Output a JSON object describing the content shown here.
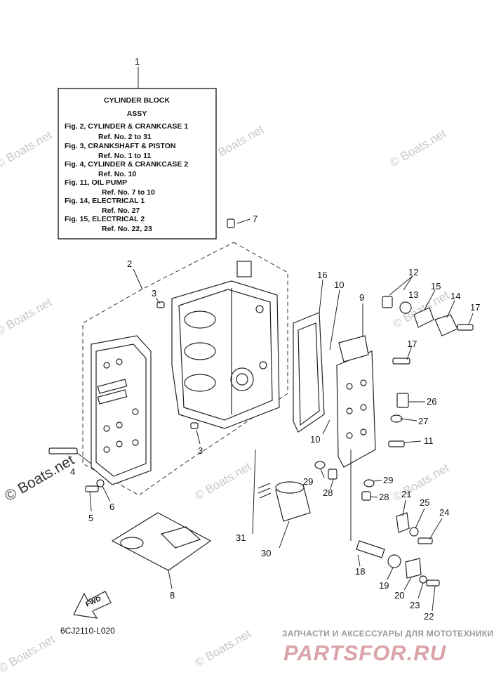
{
  "info_box": {
    "title": "CYLINDER  BLOCK",
    "subtitle": "ASSY",
    "lines": [
      "Fig. 2, CYLINDER & CRANKCASE 1",
      "Ref. No. 2 to 31",
      "Fig. 3, CRANKSHAFT & PISTON",
      "Ref. No. 1 to 11",
      "Fig. 4, CYLINDER & CRANKCASE 2",
      "Ref. No. 10",
      "Fig. 11, OIL PUMP",
      "Ref. No. 7 to 10",
      "Fig. 14, ELECTRICAL 1",
      "Ref. No. 27",
      "Fig. 15, ELECTRICAL 2",
      "Ref. No. 22, 23"
    ]
  },
  "callouts": [
    "1",
    "2",
    "3",
    "3",
    "4",
    "5",
    "6",
    "7",
    "8",
    "9",
    "10",
    "10",
    "11",
    "12",
    "13",
    "14",
    "15",
    "16",
    "17",
    "17",
    "18",
    "19",
    "20",
    "21",
    "22",
    "23",
    "24",
    "25",
    "26",
    "27",
    "28",
    "28",
    "29",
    "29",
    "30",
    "31"
  ],
  "fwd_label": "FWD",
  "diagram_code": "6CJ2110-L020",
  "watermark": "© Boats.net",
  "brand": {
    "subtitle": "ЗАПЧАСТИ И АКСЕССУАРЫ ДЛЯ МОТОТЕХНИКИ",
    "name": "PARTSFOR.RU"
  }
}
